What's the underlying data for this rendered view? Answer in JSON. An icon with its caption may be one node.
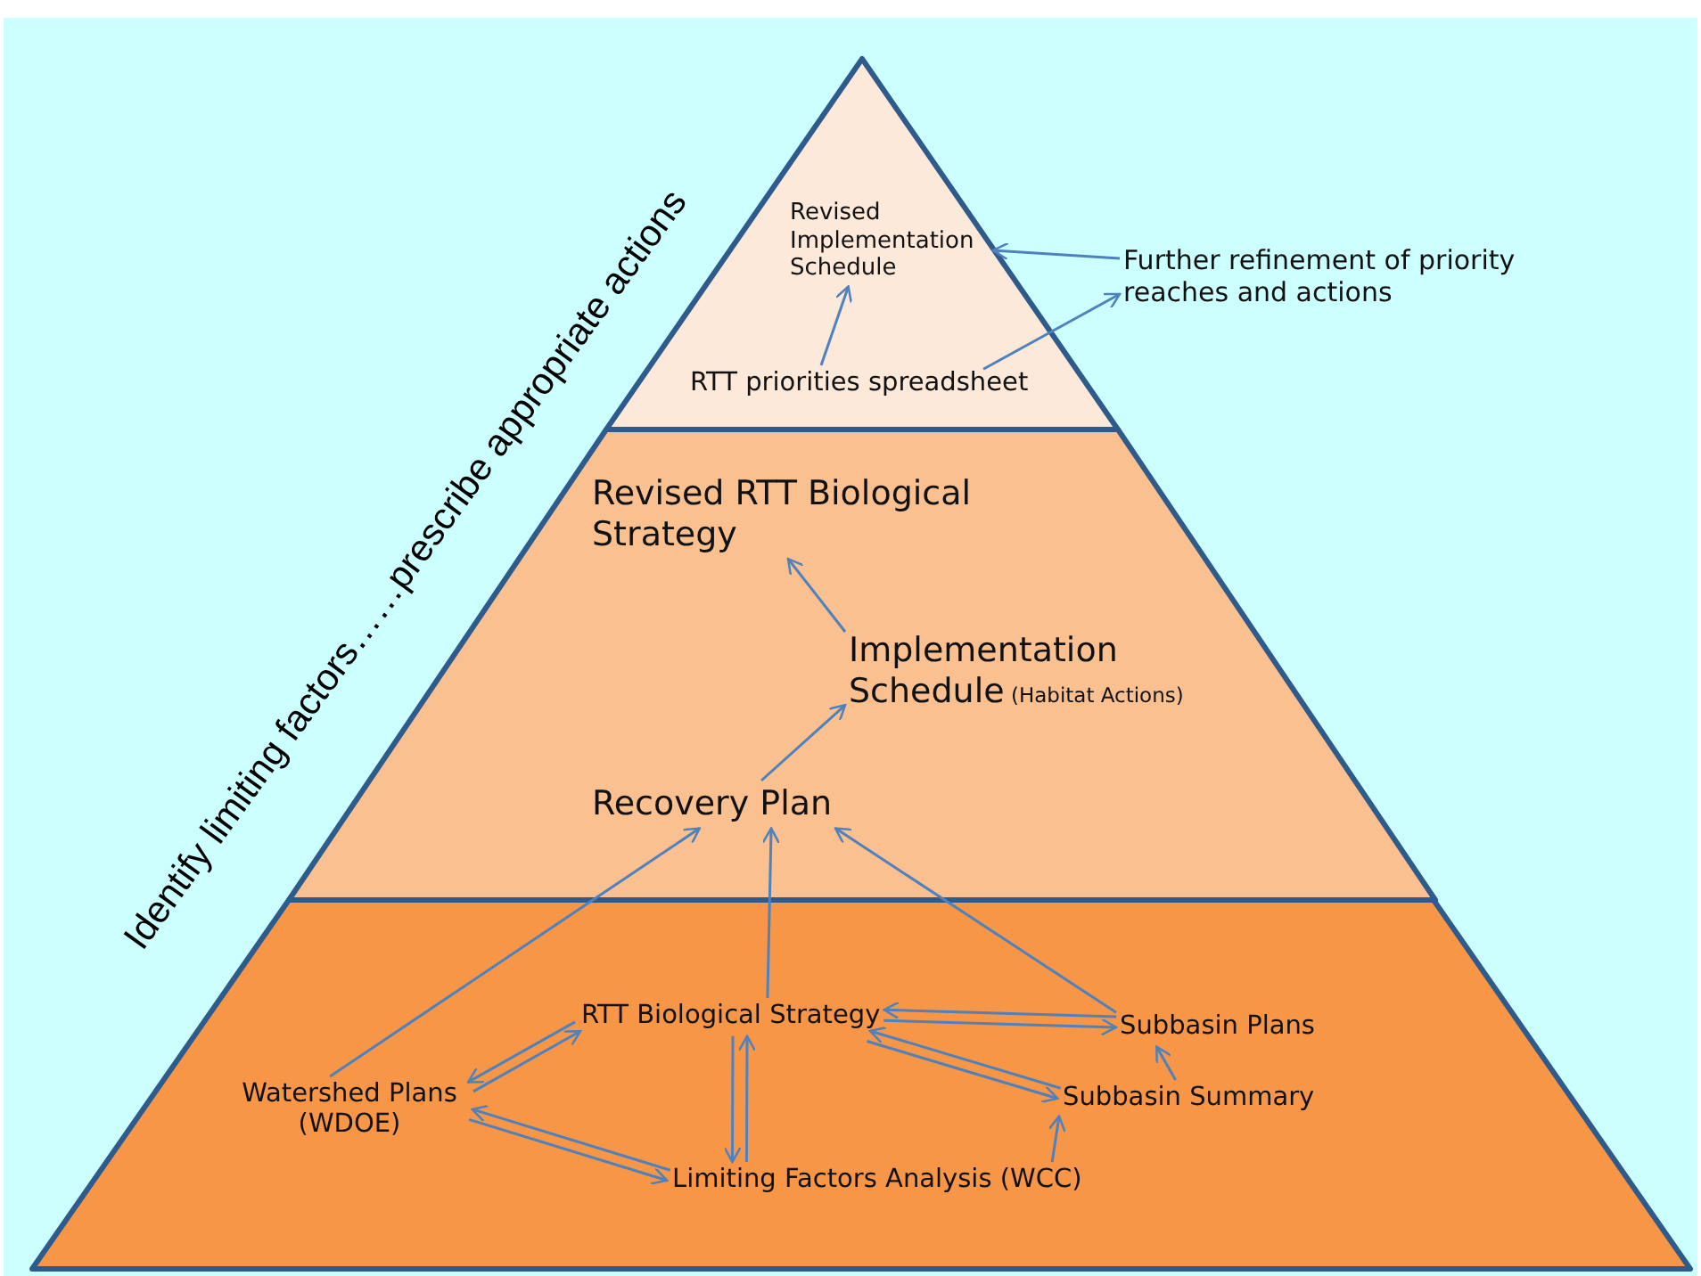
{
  "diagram": {
    "nodes": [
      {
        "text": [],
        "shape": "triangle"
      },
      {
        "text": [
          "Revised Implementation Schedule"
        ],
        "in": 0
      },
      {
        "text": [
          "RTT priorities spreadsheet"
        ],
        "in": 0
      },
      {
        "text": [
          "Further refinement of priority reaches and actions"
        ]
      },
      {
        "text": [],
        "shape": "trapezoid"
      },
      {
        "text": [
          "Revised RTT Biological Strategy"
        ],
        "in": 4
      },
      {
        "text": [
          "Implementation Schedule",
          "(Habitat Actions)"
        ],
        "in": 4
      },
      {
        "text": [
          "Recovery Plan"
        ],
        "in": 4
      },
      {
        "text": [],
        "shape": "trapezoid"
      },
      {
        "text": [
          "RTT Biological Strategy"
        ],
        "in": 8
      },
      {
        "text": [
          "Subbasin Plans"
        ],
        "in": 8
      },
      {
        "text": [
          "Watershed Plans (WDOE)"
        ],
        "in": 8
      },
      {
        "text": [
          "Subbasin Summary"
        ],
        "in": 8
      },
      {
        "text": [
          "Limiting Factors Analysis (WCC)"
        ],
        "in": 8
      }
    ],
    "edges": [
      {
        "from": 2,
        "to": 1,
        "arrow": "to"
      },
      {
        "from": 3,
        "to": 1,
        "arrow": "to"
      },
      {
        "from": 2,
        "to": 3,
        "arrow": "to"
      },
      {
        "from": 6,
        "to": 5,
        "arrow": "to"
      },
      {
        "from": 7,
        "to": 6,
        "arrow": "to"
      },
      {
        "from": 11,
        "to": 7,
        "arrow": "to"
      },
      {
        "from": 9,
        "to": 7,
        "arrow": "to"
      },
      {
        "from": 10,
        "to": 7,
        "arrow": "to"
      },
      {
        "from": 11,
        "to": 9,
        "arrow": "to"
      },
      {
        "from": 9,
        "to": 11,
        "arrow": "to"
      },
      {
        "from": 11,
        "to": 13,
        "arrow": "to"
      },
      {
        "from": 13,
        "to": 11,
        "arrow": "to"
      },
      {
        "from": 9,
        "to": 13,
        "arrow": "to"
      },
      {
        "from": 13,
        "to": 9,
        "arrow": "to"
      },
      {
        "from": 10,
        "to": 9,
        "arrow": "to"
      },
      {
        "from": 9,
        "to": 10,
        "arrow": "to"
      },
      {
        "from": 12,
        "to": 9,
        "arrow": "to"
      },
      {
        "from": 9,
        "to": 12,
        "arrow": "to"
      },
      {
        "from": 13,
        "to": 12,
        "arrow": "to"
      },
      {
        "from": 12,
        "to": 10,
        "arrow": "to"
      }
    ],
    "labels": [
      "Identify limiting factors……prescribe appropriate actions"
    ]
  }
}
